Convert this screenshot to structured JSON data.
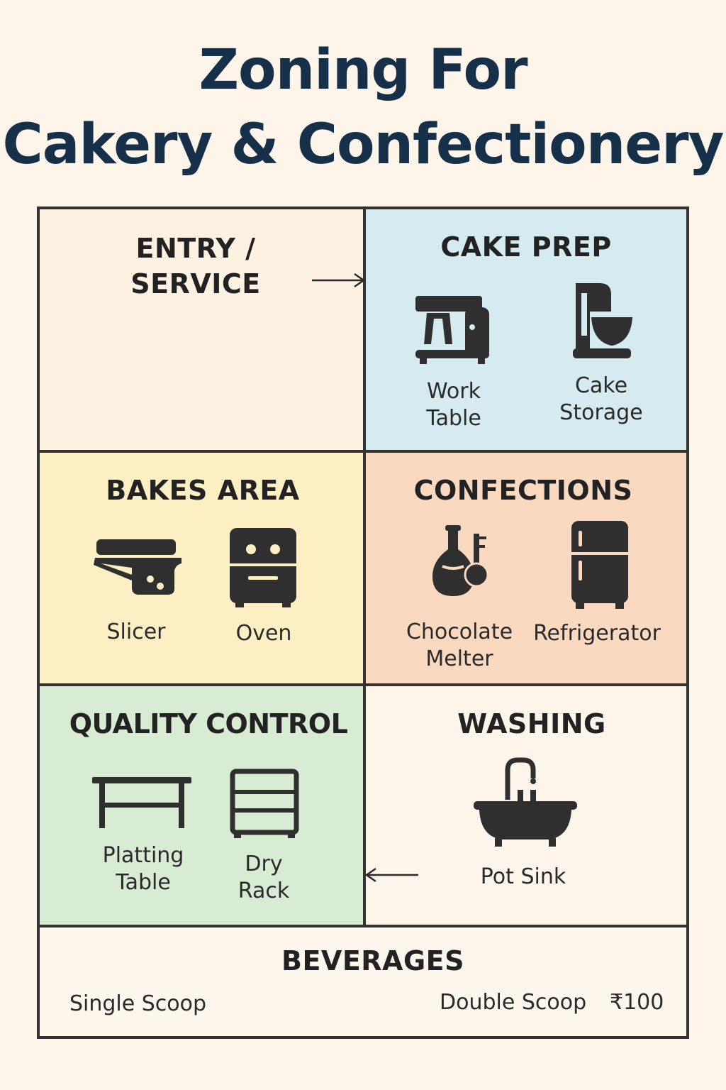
{
  "title": {
    "line1": "Zoning For",
    "line2": "Cakery & Confectionery"
  },
  "zones": {
    "entry": {
      "title": "ENTRY /\nSERVICE"
    },
    "cake_prep": {
      "title": "CAKE PREP",
      "items": [
        "Work\nTable",
        "Cake\nStorage"
      ]
    },
    "bakes": {
      "title": "BAKES AREA",
      "items": [
        "Slicer",
        "Oven"
      ]
    },
    "confections": {
      "title": "CONFECTIONS",
      "items": [
        "Chocolate\nMelter",
        "Refrigerator"
      ]
    },
    "quality": {
      "title": "QUALITY CONTROL",
      "items": [
        "Platting\nTable",
        "Dry\nRack"
      ]
    },
    "washing": {
      "title": "WASHING",
      "items": [
        "Pot Sink"
      ]
    },
    "beverages": {
      "title": "BEVERAGES",
      "left": "Single Scoop",
      "right": "Double Scoop",
      "price": "₹100"
    }
  },
  "icons": [
    "stand-mixer-icon",
    "cake-mixer-icon",
    "slicer-icon",
    "oven-icon",
    "chemistry-flask-icon",
    "refrigerator-icon",
    "table-icon",
    "rack-icon",
    "sink-icon",
    "arrow-right-icon",
    "arrow-left-icon"
  ],
  "colors": {
    "title": "#173049",
    "entry": "#fdf1e1",
    "cake_prep": "#d5ebef",
    "bakes": "#fcefc4",
    "confections": "#fad9c1",
    "quality": "#d8ecd3",
    "washing": "#fdf5ea",
    "icon": "#2f2f2f"
  }
}
